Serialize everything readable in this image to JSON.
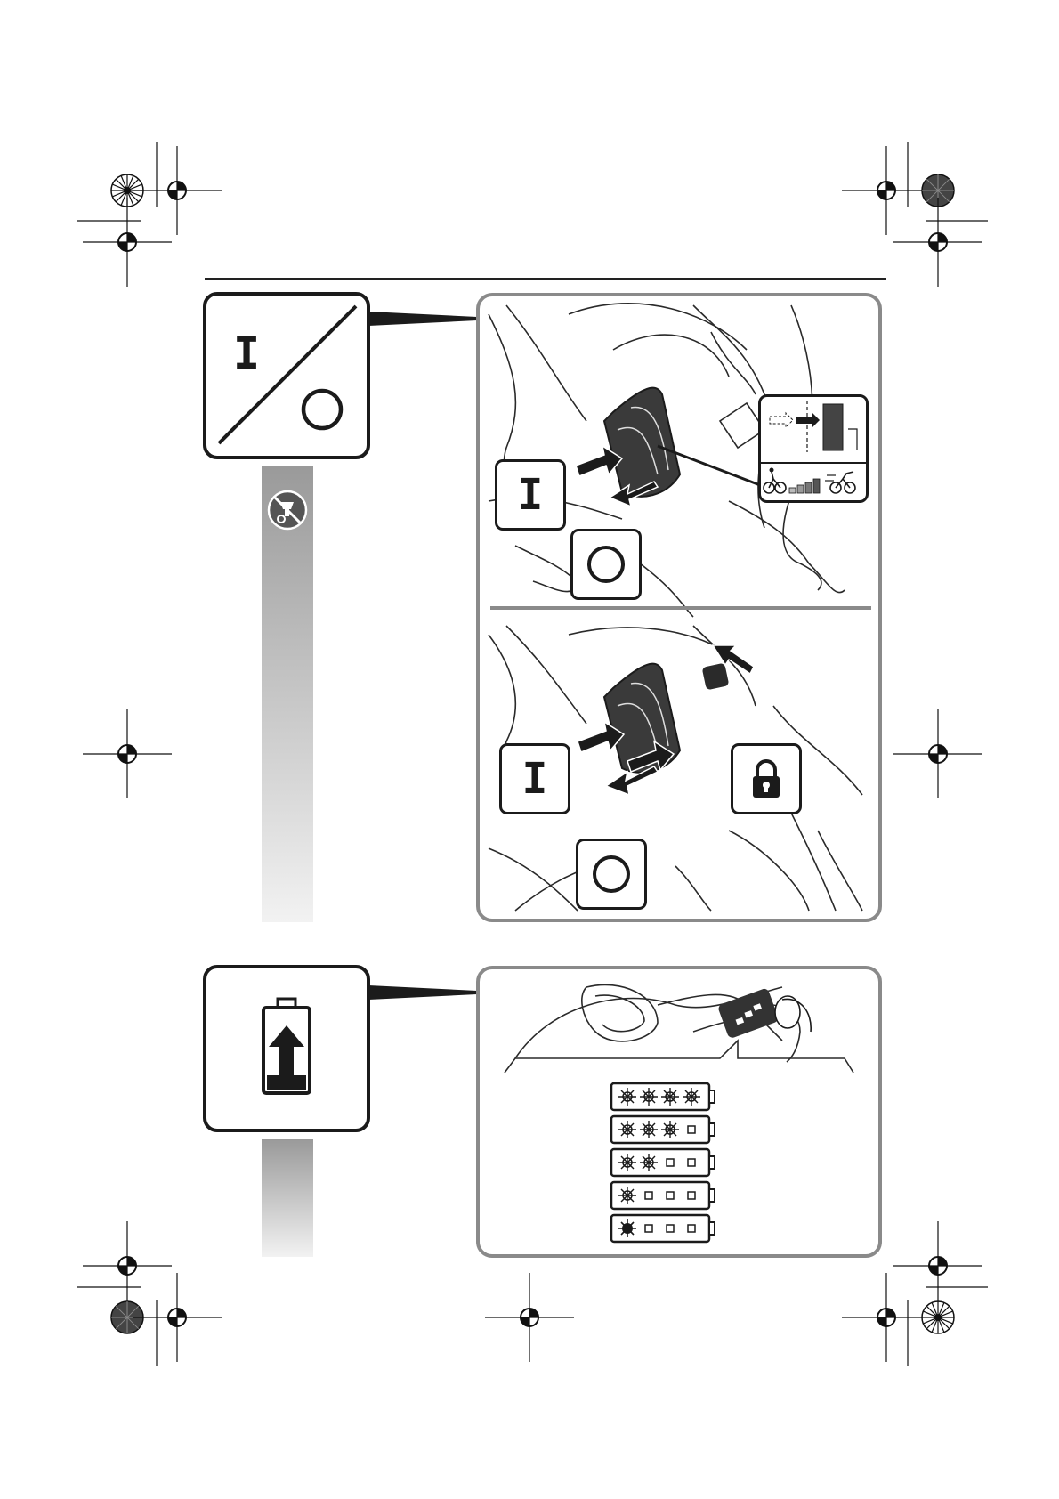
{
  "symbols": {
    "on": "I",
    "off": "O"
  },
  "sections": [
    {
      "id": "power-switch",
      "icon": "on-off-icon",
      "side_icon": "no-tool-icon",
      "panel_icons": [
        "finger-press-icon",
        "arrow-icon",
        "lock-icon",
        "speed-display-icon",
        "bicycle-icon",
        "racing-bicycle-icon"
      ]
    },
    {
      "id": "battery-level",
      "icon": "battery-charge-icon",
      "battery_levels": [
        4,
        3,
        2,
        1,
        1
      ],
      "battery_last_blinking": true
    }
  ],
  "colors": {
    "frame": "#8a8a8a",
    "ink": "#1b1b1b",
    "gray_bar_top": "#9a9a9a",
    "gray_bar_bottom": "#f2f2f2"
  }
}
